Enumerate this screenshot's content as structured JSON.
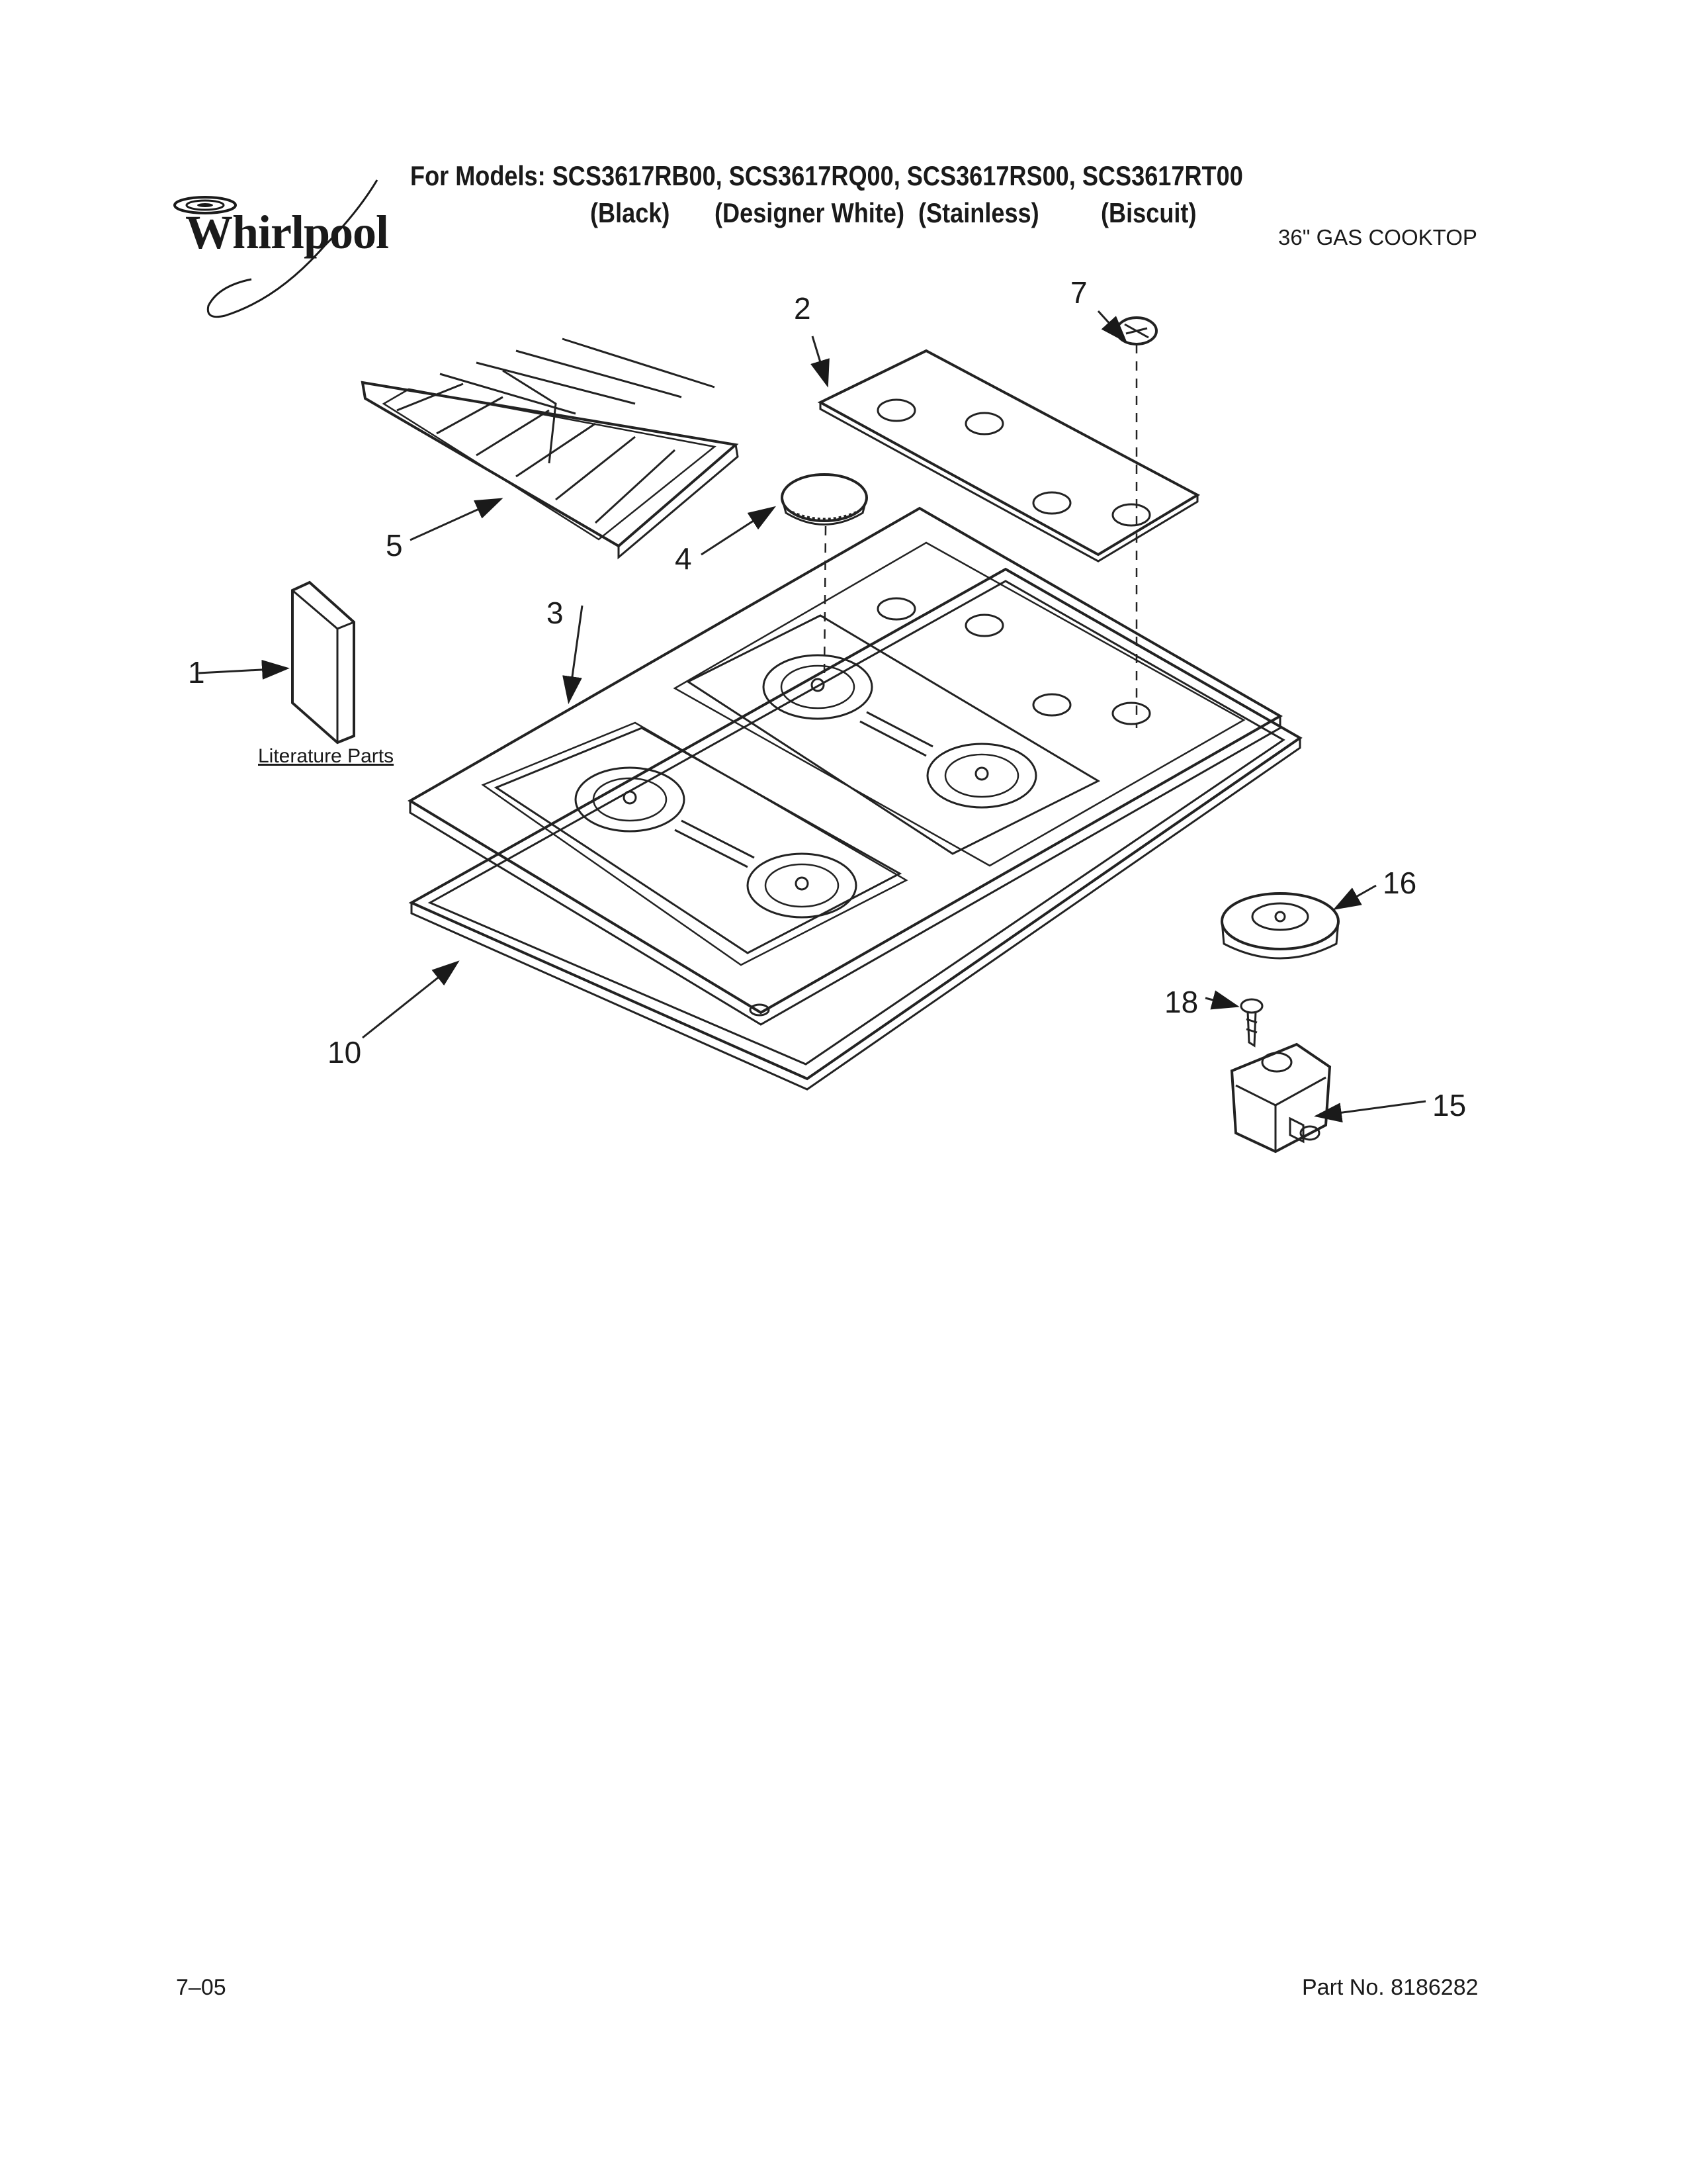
{
  "brand": {
    "name": "Whirlpool"
  },
  "header": {
    "models_line": "For Models: SCS3617RB00, SCS3617RQ00, SCS3617RS00, SCS3617RT00",
    "variants": [
      "(Black)",
      "(Designer White)",
      "(Stainless)",
      "(Biscuit)"
    ],
    "product": "36\" GAS COOKTOP"
  },
  "callouts": {
    "literature": "1",
    "cooktop_trim": "2",
    "main_top": "3",
    "burner_cap": "4",
    "grate": "5",
    "knob": "7",
    "gasket": "10",
    "valve": "15",
    "burner_base": "16",
    "screw": "18",
    "literature_label": "Literature Parts"
  },
  "footer": {
    "date": "7–05",
    "part_no": "Part No. 8186282"
  },
  "colors": {
    "ink": "#1a1a1a",
    "line": "#222222",
    "background": "#ffffff"
  }
}
